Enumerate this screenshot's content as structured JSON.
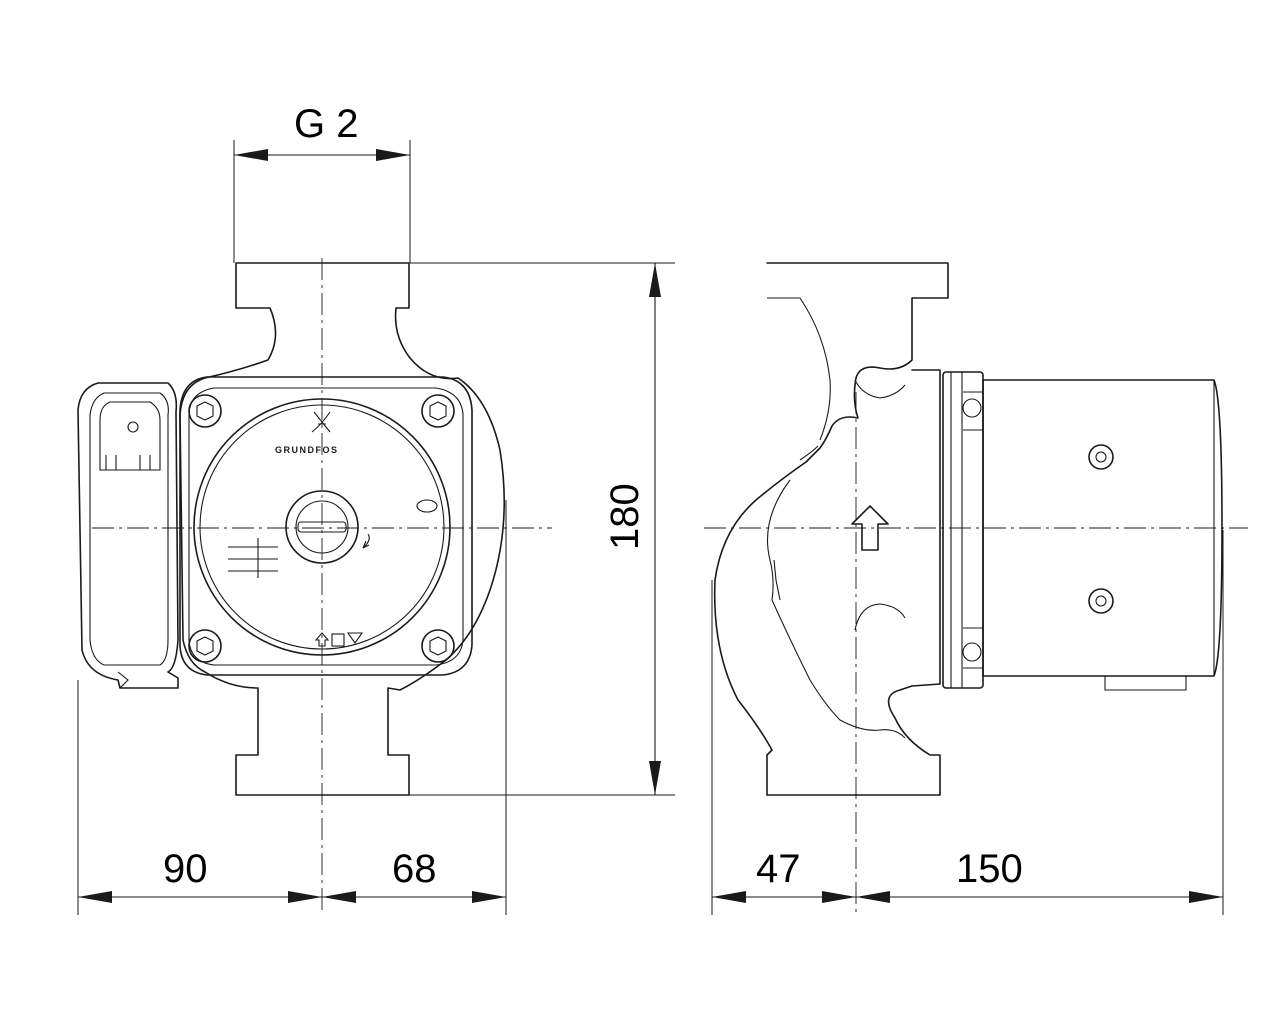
{
  "dimensions": {
    "connection": "G 2",
    "height": "180",
    "left_overhang": "90",
    "right_half": "68",
    "port_to_axis": "47",
    "motor_length": "150"
  },
  "brand_mark": "GRUNDFOS",
  "icons": [
    "grundfos-logo-icon",
    "flow-direction-arrow-icon",
    "speed-selector-icon",
    "rotation-arrow-icon"
  ]
}
